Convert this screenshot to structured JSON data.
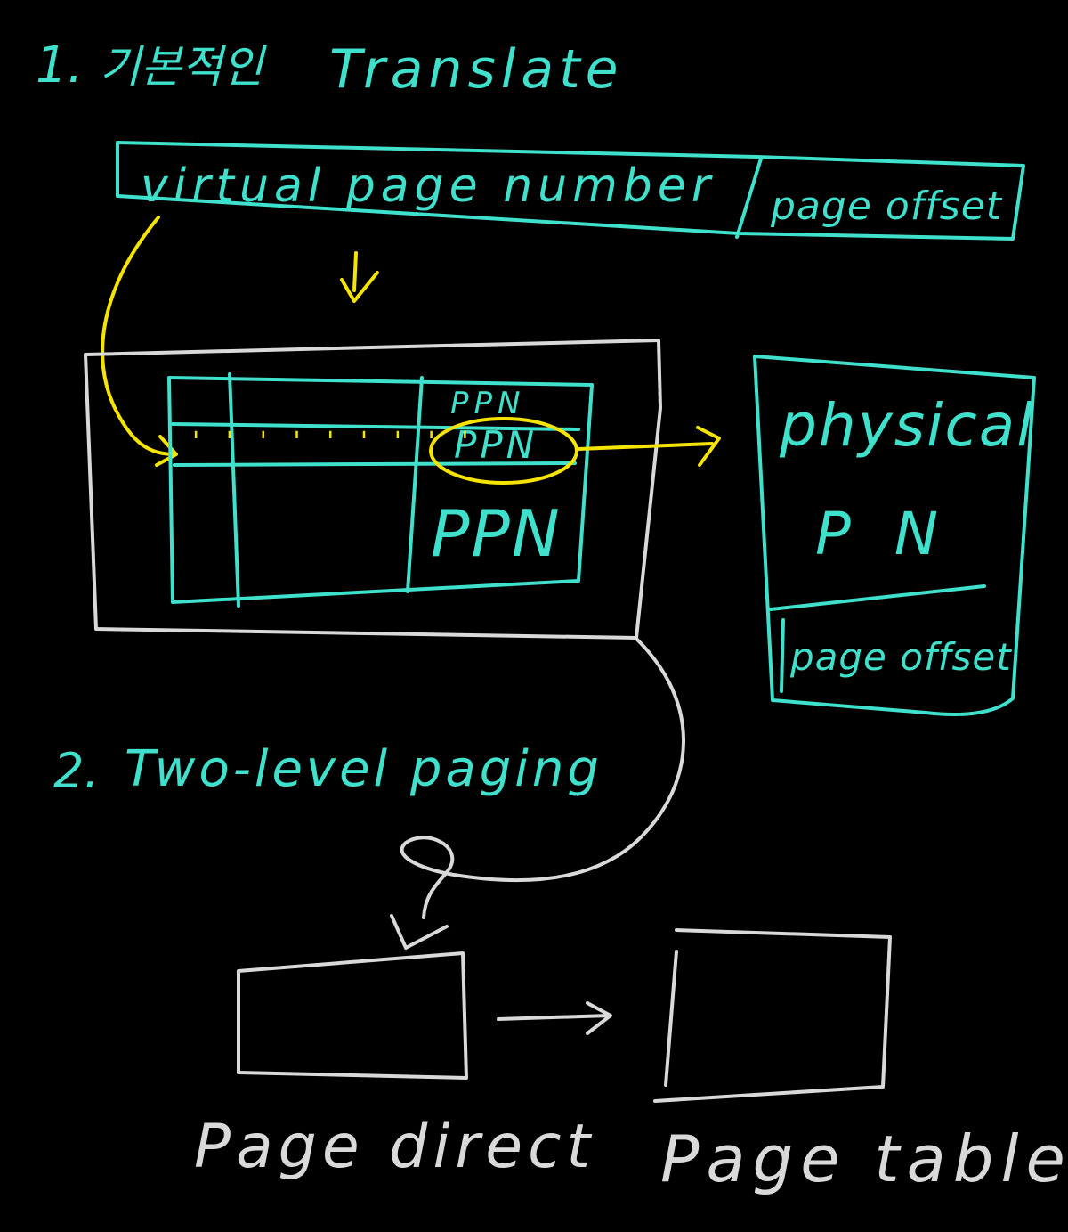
{
  "section1": {
    "number": "1.",
    "korean": "기본적인",
    "title": "Translate"
  },
  "virtual_address": {
    "vpn_label": "virtual page number",
    "offset_label": "page offset"
  },
  "page_table": {
    "entries": [
      "PPN",
      "PPN",
      "PPN"
    ],
    "dashes": "' ' ' ' ' ' ' ' '"
  },
  "physical": {
    "line1": "physical",
    "line2": "P N",
    "offset_label": "page offset"
  },
  "section2": {
    "number": "2.",
    "title": "Two-level paging"
  },
  "bottom": {
    "directory_label": "Page direct",
    "table_label": "Page table"
  },
  "colors": {
    "cyan": "#3fe0cc",
    "yellow": "#f5e400",
    "gray": "#d9d9d9",
    "background": "#000000"
  }
}
